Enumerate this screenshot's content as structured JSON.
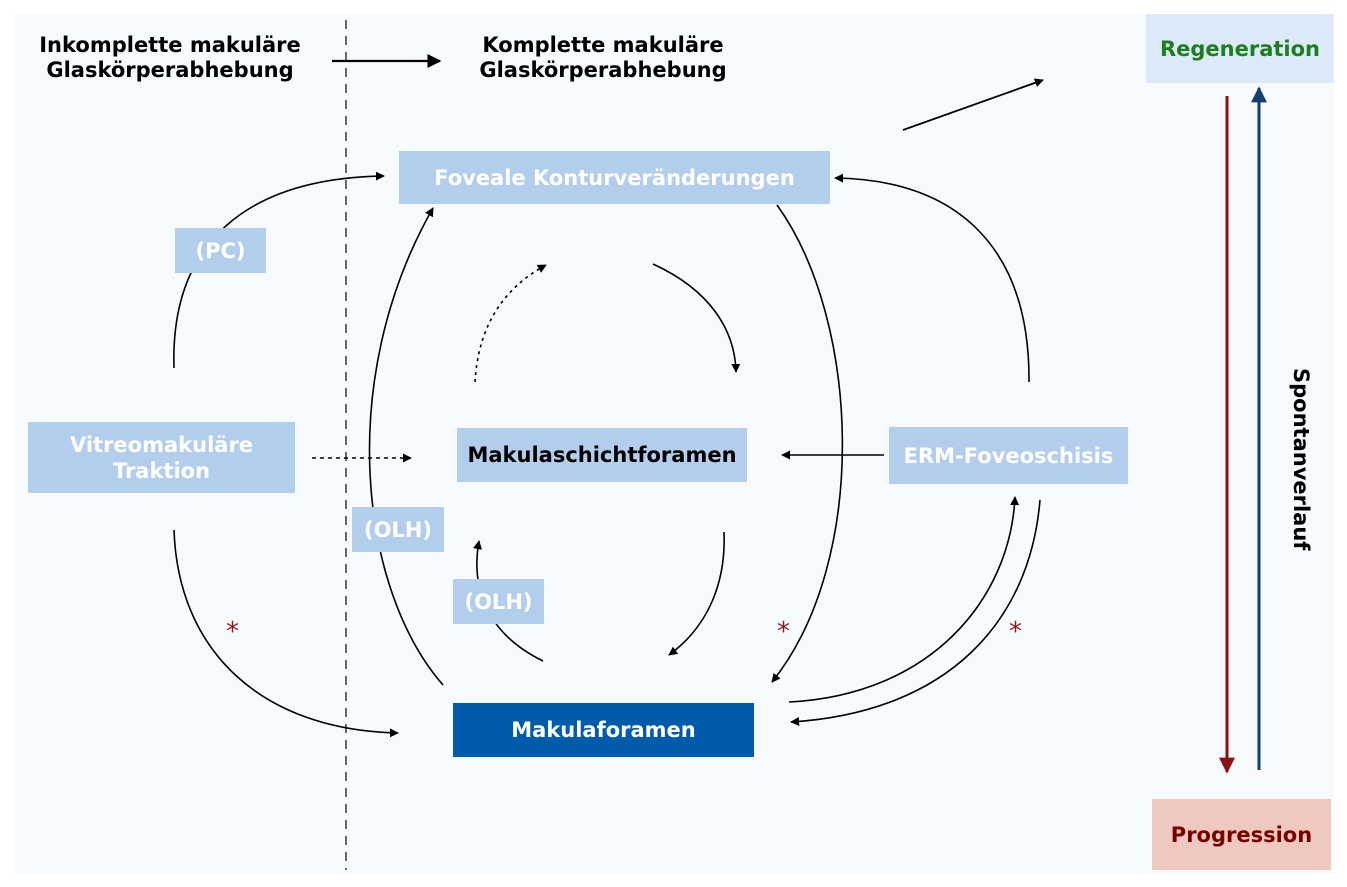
{
  "header": {
    "left_label": "Inkomplette makuläre\nGlaskörperabhebung",
    "right_label": "Komplette makuläre\nGlaskörperabhebung"
  },
  "nodes": {
    "foveal": "Foveale Konturveränderungen",
    "vmt": "Vitreomakuläre\nTraktion",
    "lamellar": "Makulaschichtforamen",
    "erm": "ERM-Foveoschisis",
    "hole": "Makulaforamen"
  },
  "edge_labels": {
    "pc": "(PC)",
    "olh_left": "(OLH)",
    "olh_center": "(OLH)",
    "star": "*"
  },
  "legend": {
    "regeneration": "Regeneration",
    "progression": "Progression",
    "axis_label": "Spontanverlauf"
  },
  "colors": {
    "light_box": "#b3cdec",
    "dark_box": "#005bab",
    "regeneration_bg": "#dce9f8",
    "regeneration_text": "#1e7d1e",
    "progression_bg": "#efc8c0",
    "progression_text": "#7a0000",
    "progression_arrow": "#8b1010",
    "regeneration_arrow": "#123f6b",
    "star": "#8b1a1a"
  }
}
